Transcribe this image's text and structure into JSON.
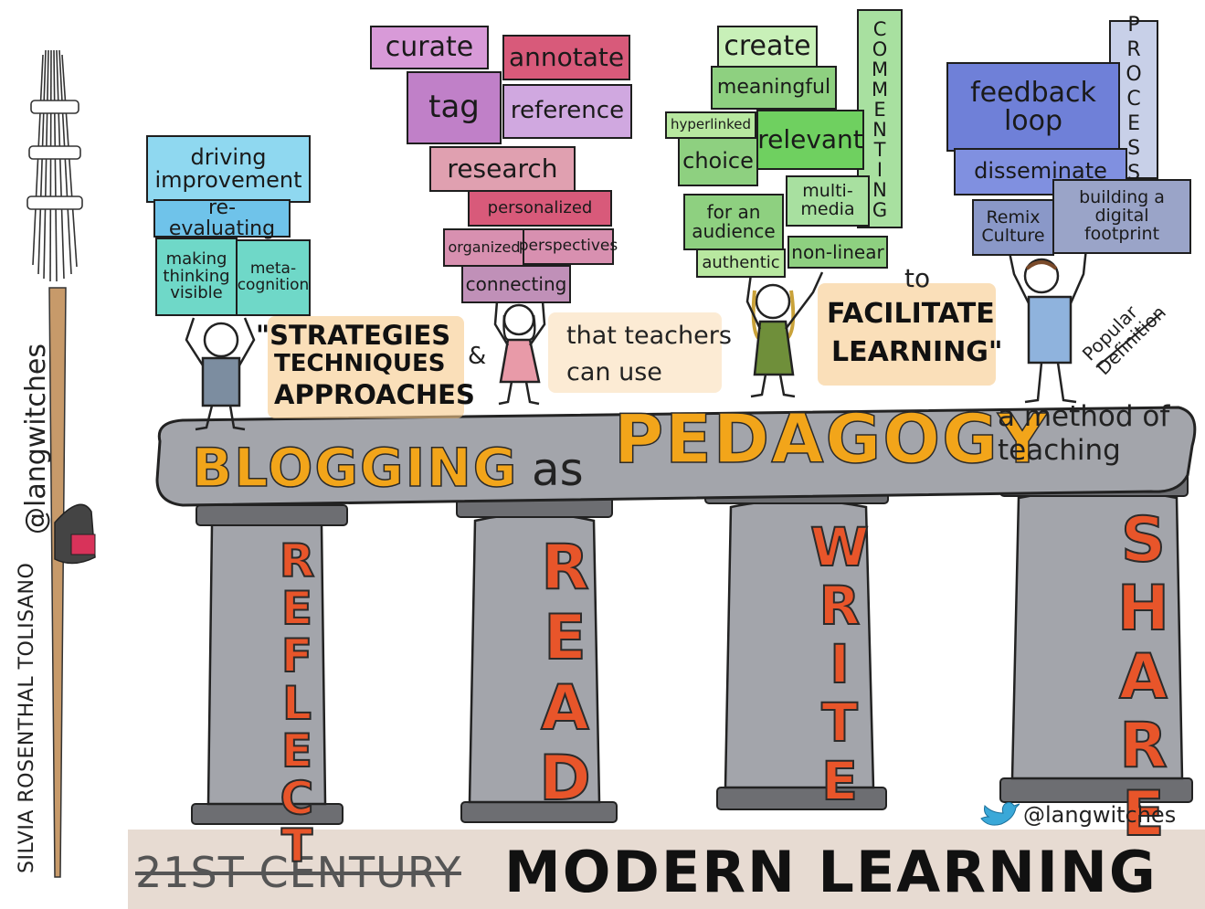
{
  "author": {
    "name": "SILVIA ROSENTHAL TOLISANO",
    "handle": "@langwitches"
  },
  "title": {
    "word1": "BLOGGING",
    "word2": "as",
    "word3": "PEDAGOGY",
    "definition": "a method of teaching"
  },
  "quote": {
    "strategies": "\"STRATEGIES",
    "techniques": "TECHNIQUES",
    "approaches": "APPROACHES",
    "amp": "&",
    "that_teachers": "that teachers",
    "can_use": "can use",
    "to": "to",
    "facilitate": "FACILITATE",
    "learning": "LEARNING\""
  },
  "pillars": [
    "REFLECT",
    "READ",
    "WRITE",
    "SHARE"
  ],
  "reflect_signs": {
    "driving": "driving improvement",
    "reevaluating": "re-evaluating",
    "making": "making thinking visible",
    "meta": "meta-cognition"
  },
  "read_signs": {
    "curate": "curate",
    "annotate": "annotate",
    "tag": "tag",
    "reference": "reference",
    "research": "research",
    "personalized": "personalized",
    "organized": "organized",
    "perspectives": "perspectives",
    "connecting": "connecting"
  },
  "write_signs": {
    "commenting": "COMMENTING",
    "create": "create",
    "meaningful": "meaningful",
    "hyperlinked": "hyperlinked",
    "relevant": "relevant",
    "choice": "choice",
    "audience": "for an audience",
    "multimedia": "multi-media",
    "nonlinear": "non-linear",
    "authentic": "authentic"
  },
  "share_signs": {
    "process": "PROCESS",
    "feedback": "feedback loop",
    "disseminate": "disseminate",
    "remix": "Remix Culture",
    "footprint": "building a digital footprint"
  },
  "popular": "Popular Definition",
  "twitter": "@langwitches",
  "bottom": {
    "crossed": "21ST CENTURY",
    "main": "MODERN LEARNING"
  },
  "colors": {
    "reflect": "#4fc3e8",
    "read": "#c05a8a",
    "write": "#6fcf5a",
    "share": "#4a5fc0",
    "orange": "#f2a51a",
    "pillar_text": "#e8552a",
    "stone": "#9ea0a6"
  }
}
